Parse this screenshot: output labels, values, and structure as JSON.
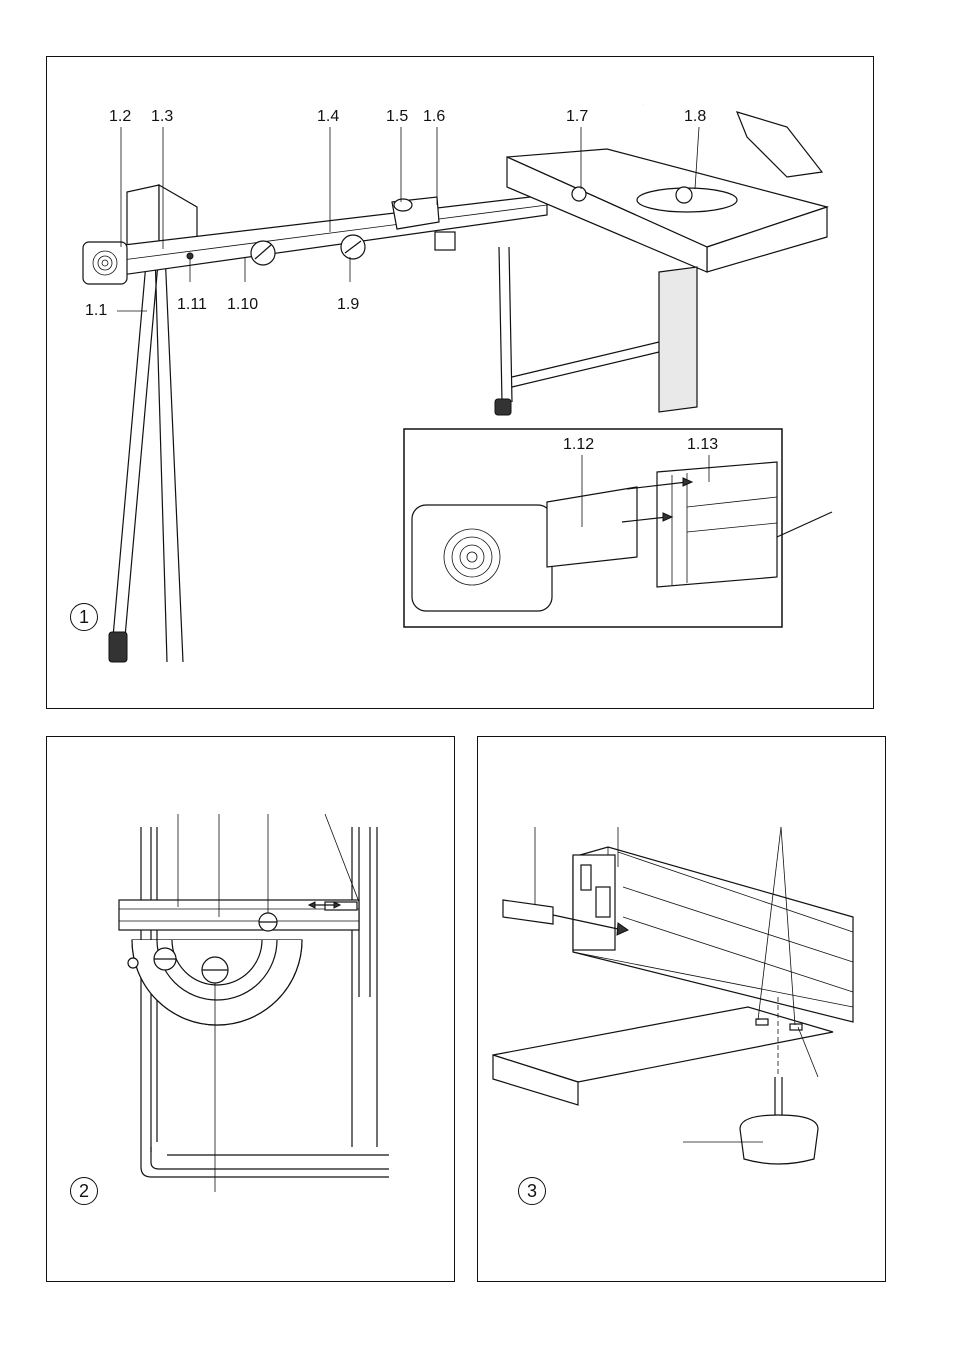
{
  "figure1": {
    "number": "1",
    "labels": {
      "l1_1": "1.1",
      "l1_2": "1.2",
      "l1_3": "1.3",
      "l1_4": "1.4",
      "l1_5": "1.5",
      "l1_6": "1.6",
      "l1_7": "1.7",
      "l1_8": "1.8",
      "l1_9": "1.9",
      "l1_10": "1.10",
      "l1_11": "1.11",
      "l1_12": "1.12",
      "l1_13": "1.13"
    }
  },
  "figure2": {
    "number": "2"
  },
  "figure3": {
    "number": "3"
  }
}
